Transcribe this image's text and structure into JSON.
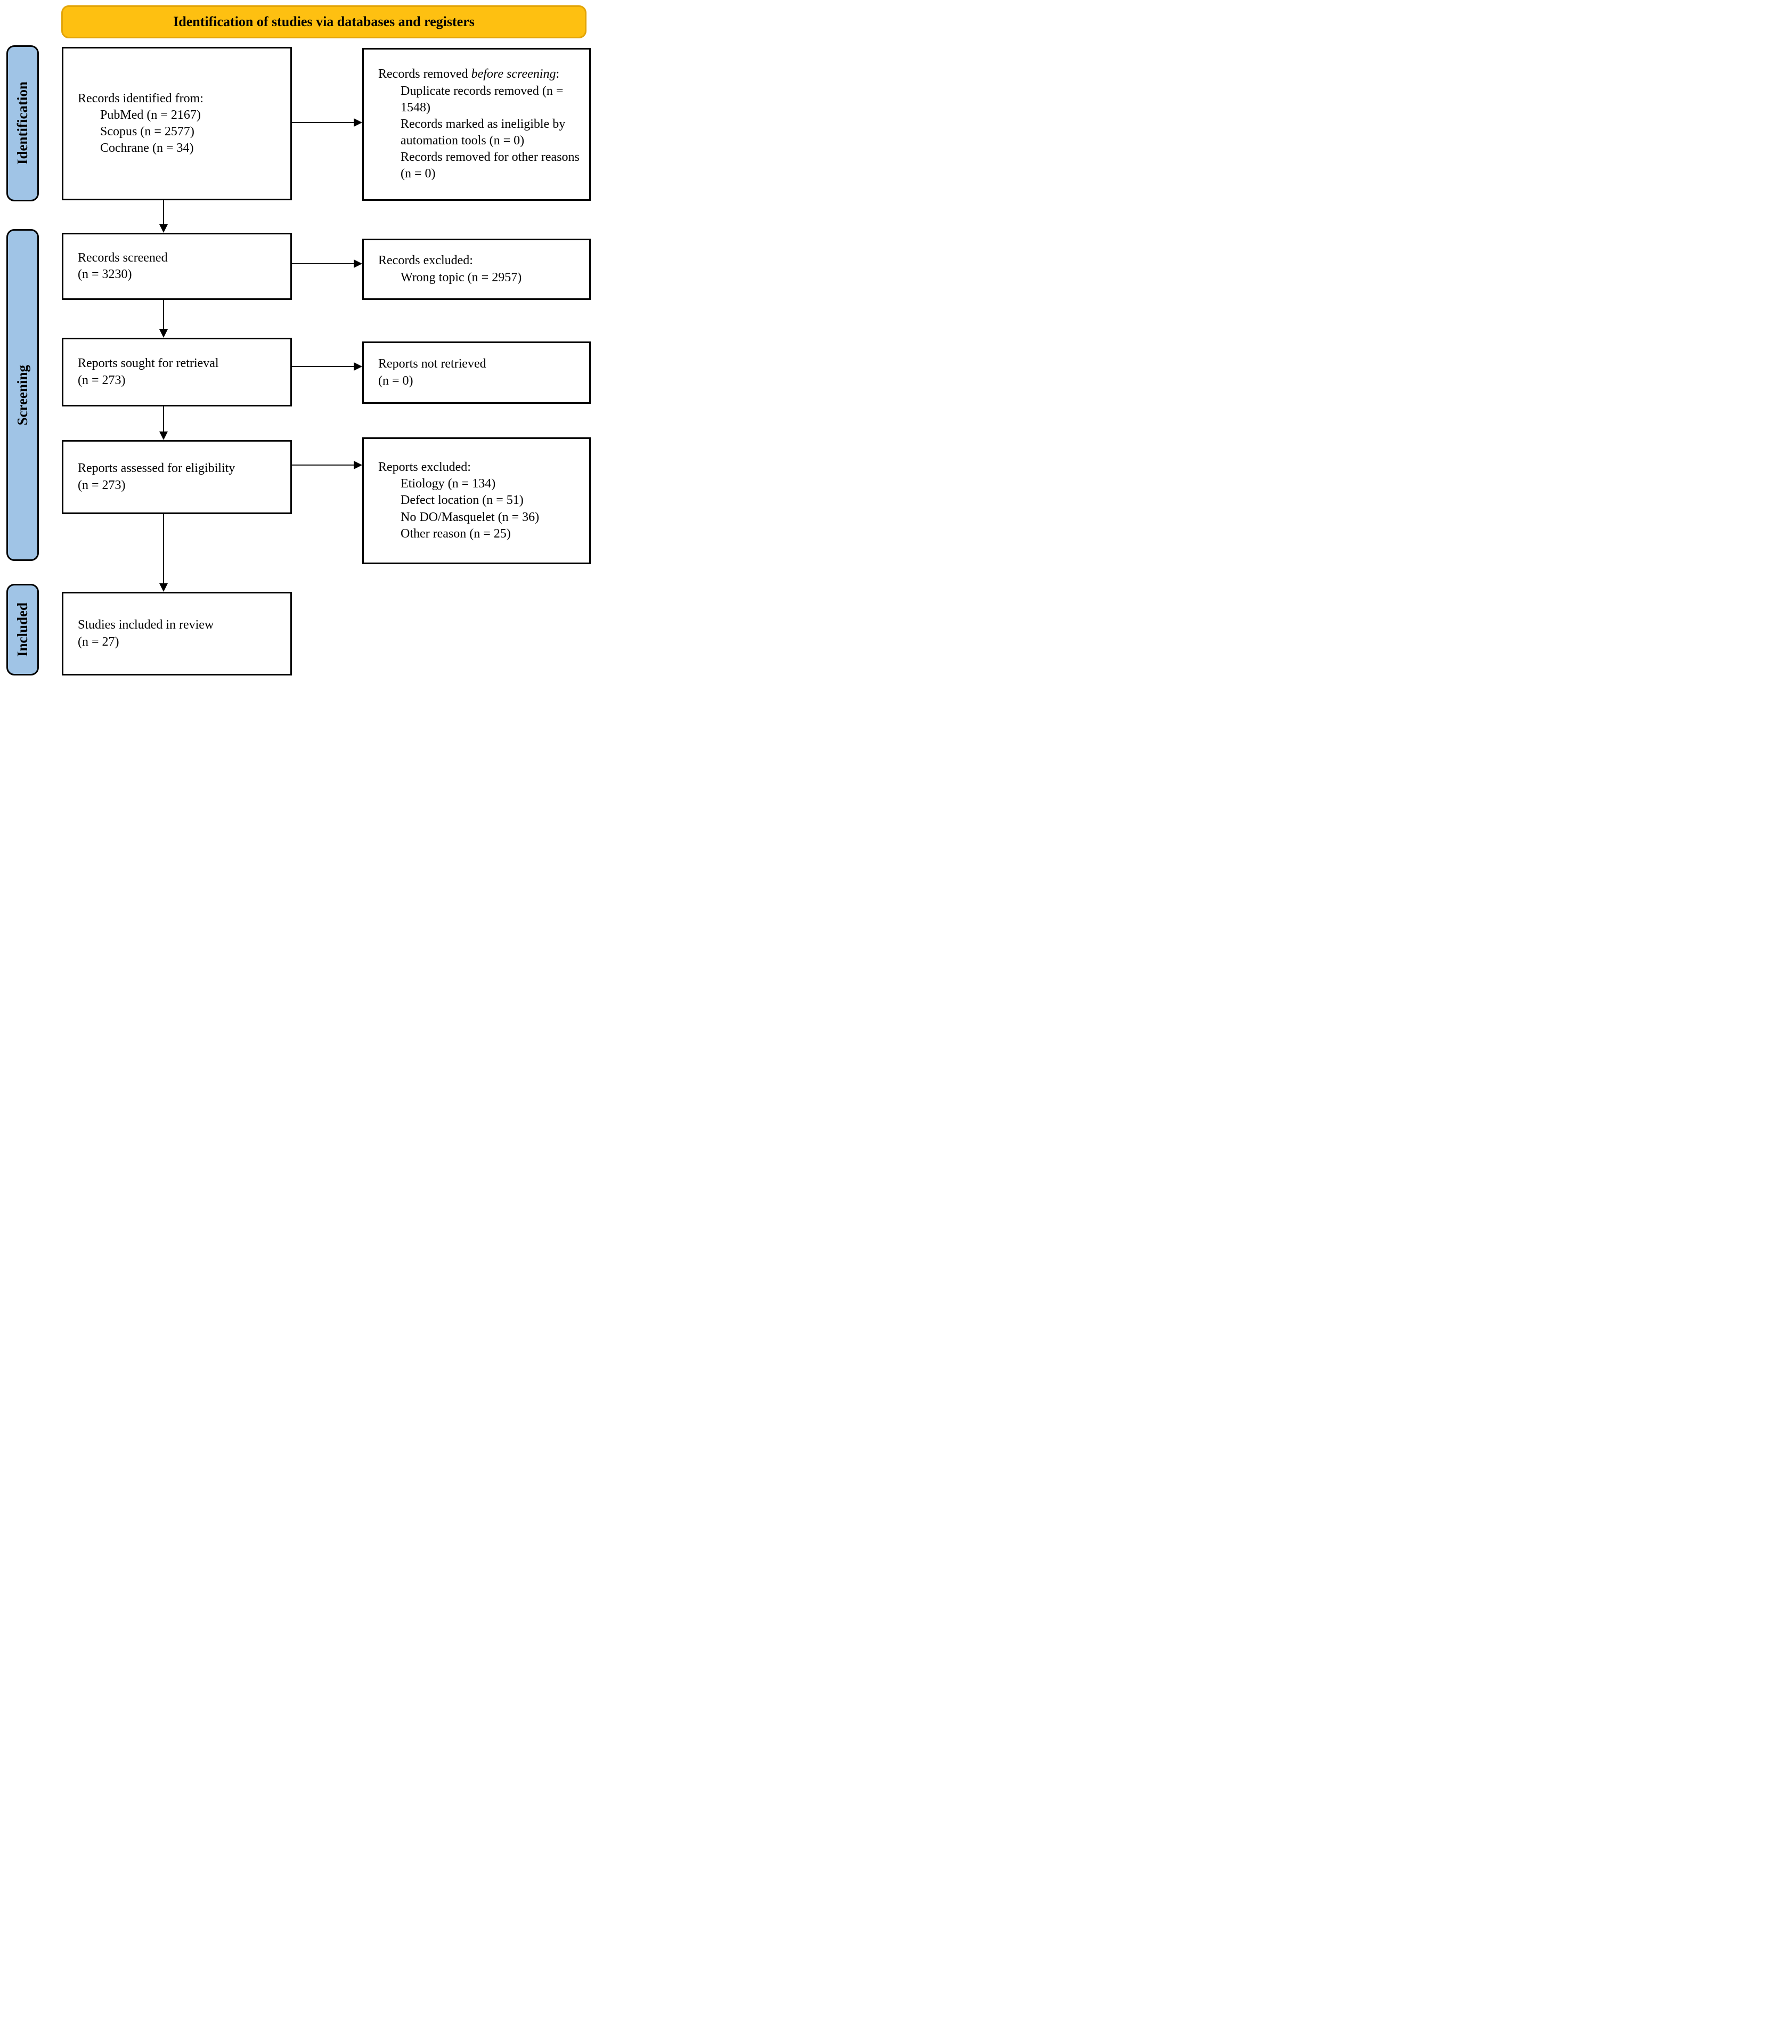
{
  "banner": {
    "title": "Identification of studies via databases and registers"
  },
  "colors": {
    "banner_bg": "#FEC011",
    "banner_border": "#E3A509",
    "stage_bg": "#A0C4E6"
  },
  "stages": [
    {
      "label": "Identification"
    },
    {
      "label": "Screening"
    },
    {
      "label": "Included"
    }
  ],
  "boxes": {
    "identified": {
      "title": "Records identified from:",
      "items": [
        "PubMed (n = 2167)",
        "Scopus (n = 2577)",
        "Cochrane (n = 34)"
      ]
    },
    "removed": {
      "title_prefix": "Records removed ",
      "title_italic": "before screening",
      "title_suffix": ":",
      "items": [
        "Duplicate records removed (n = 1548)",
        "Records marked as ineligible by automation tools (n = 0)",
        "Records removed for other reasons (n = 0)"
      ]
    },
    "screened": {
      "line1": "Records screened",
      "line2": "(n = 3230)"
    },
    "records_excluded": {
      "title": "Records excluded:",
      "items": [
        "Wrong topic (n = 2957)"
      ]
    },
    "sought": {
      "line1": "Reports sought for retrieval",
      "line2": "(n = 273)"
    },
    "not_retrieved": {
      "line1": "Reports not retrieved",
      "line2": "(n = 0)"
    },
    "assessed": {
      "line1": "Reports assessed for eligibility",
      "line2": "(n = 273)"
    },
    "reports_excluded": {
      "title": "Reports excluded:",
      "items": [
        "Etiology (n = 134)",
        "Defect location (n = 51)",
        "No DO/Masquelet (n = 36)",
        "Other reason (n = 25)"
      ]
    },
    "included_review": {
      "line1": "Studies included in review",
      "line2": "(n = 27)"
    }
  }
}
